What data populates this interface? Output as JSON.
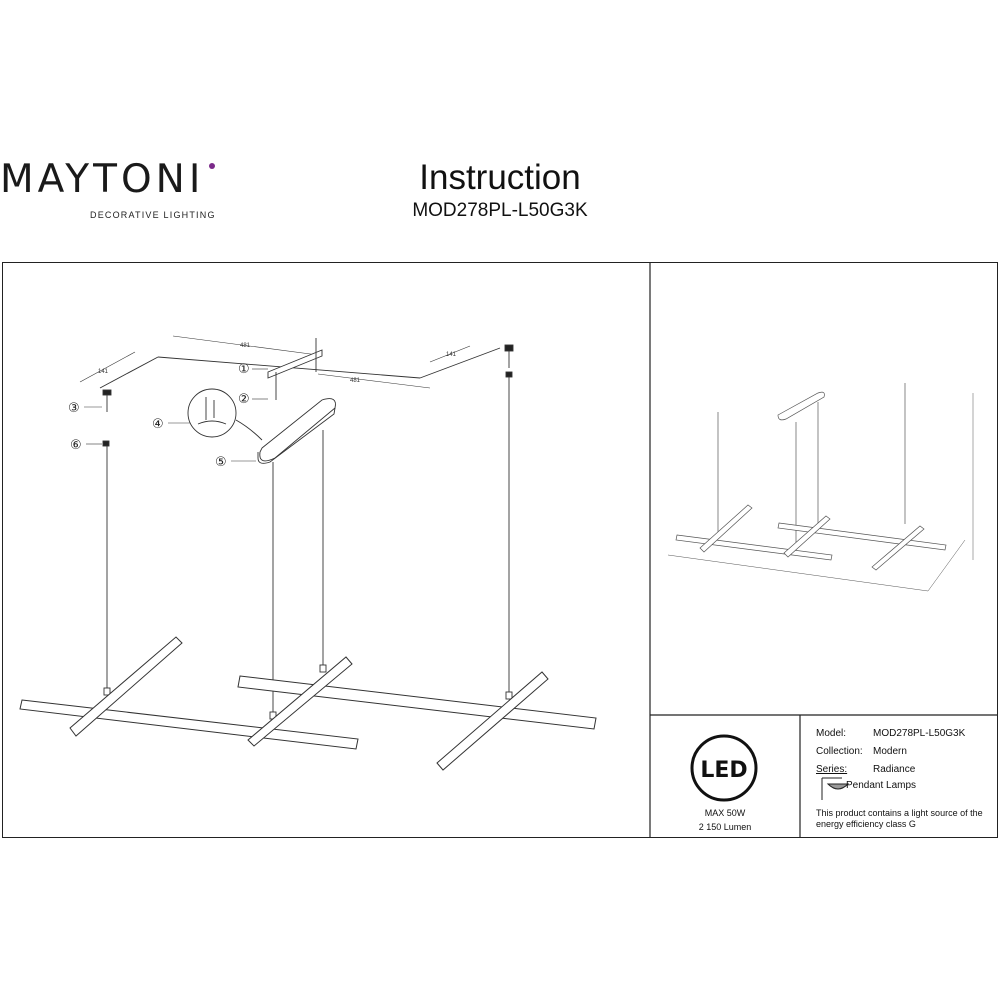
{
  "brand": {
    "name": "MAYTONI",
    "tagline": "DECORATIVE LIGHTING",
    "accent_color": "#7b2a8a"
  },
  "header": {
    "title": "Instruction",
    "model": "MOD278PL-L50G3K"
  },
  "diagram": {
    "callouts": [
      "①",
      "②",
      "③",
      "④",
      "⑤",
      "⑥"
    ],
    "dims": {
      "left_depth": "141",
      "canopy_width": "481",
      "canopy_length": "481",
      "right_depth": "141"
    }
  },
  "info": {
    "model_label": "Model:",
    "model_value": "MOD278PL-L50G3K",
    "collection_label": "Collection:",
    "collection_value": "Modern",
    "series_label": "Series:",
    "series_value": "Radiance",
    "type_value": "Pendant Lamps",
    "energy_text_1": "This product contains a light source of the",
    "energy_text_2": "energy efficiency class G"
  },
  "led": {
    "label": "LED",
    "max": "MAX 50W",
    "lumen": "2 150 Lumen"
  }
}
